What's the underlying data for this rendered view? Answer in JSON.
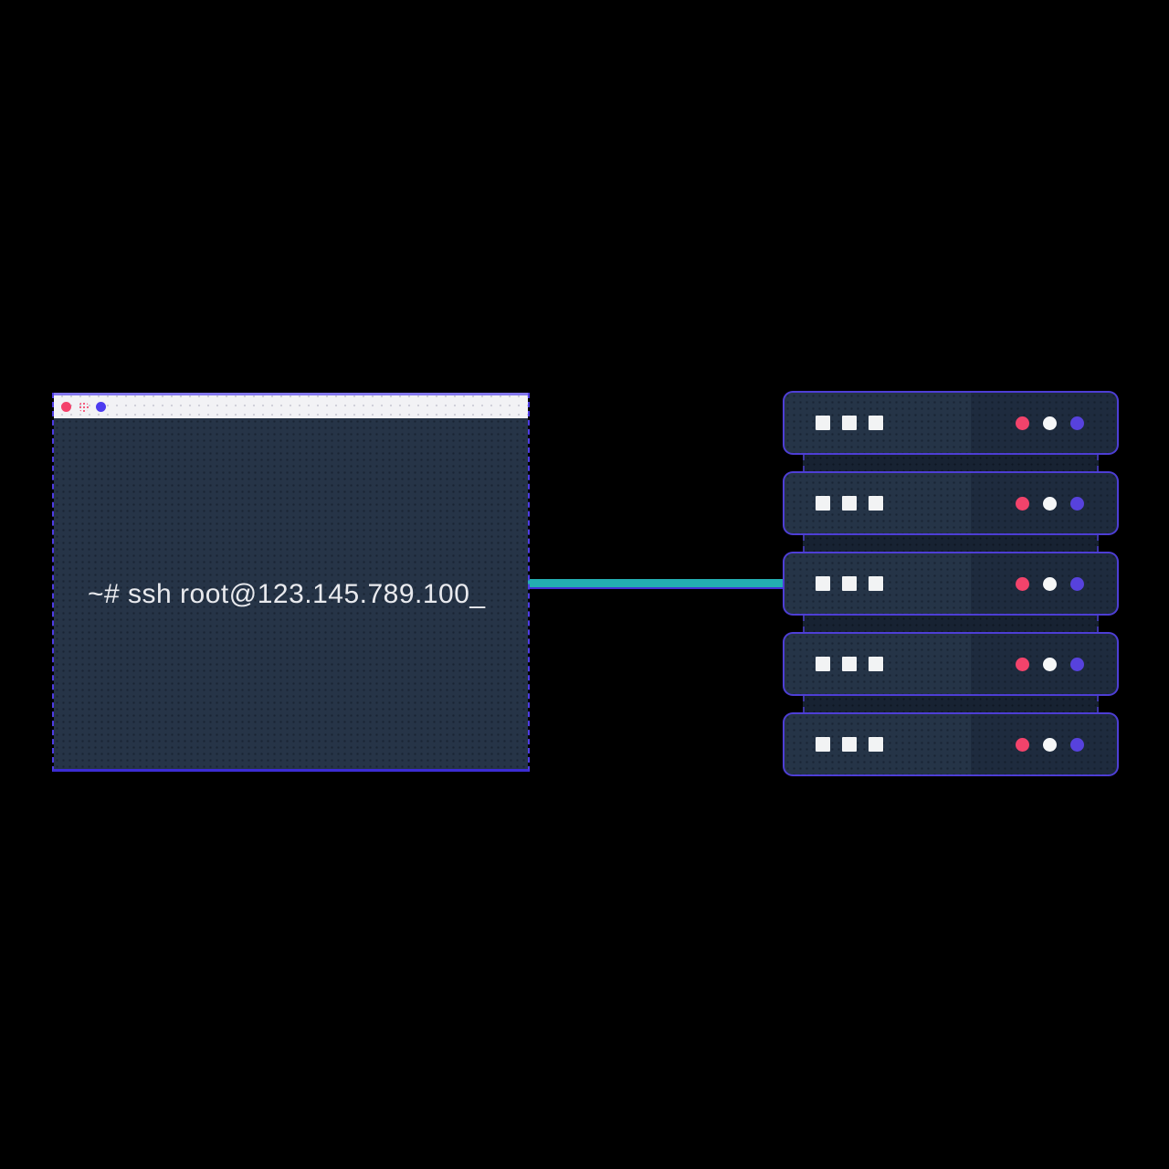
{
  "scene": {
    "background_color": "#000000",
    "description": "terminal-to-server-connection-illustration"
  },
  "terminal_window": {
    "title_bar_color": "#f2f2f5",
    "title_bar_accent_color": "#8478ee",
    "body_color": "#263447",
    "border_color": "#4e3ce4",
    "text_color": "#e9eaee",
    "command": "~# ssh root@123.145.789.100_",
    "controls": [
      {
        "id": "close-button",
        "icon": "circle-icon",
        "color": "#f4426b",
        "style": "solid"
      },
      {
        "id": "minimize-button",
        "icon": "circle-icon",
        "color": "#f4426b",
        "style": "halftone"
      },
      {
        "id": "zoom-button",
        "icon": "circle-icon",
        "color": "#4c3bf0",
        "style": "solid"
      }
    ]
  },
  "connection_line": {
    "color": "#23aeb2",
    "shadow_color": "#4331d6"
  },
  "server_rack": {
    "unit_count": 5,
    "unit_front_color": "#253447",
    "unit_side_color": "#1e2b3e",
    "connector_color": "#172232",
    "border_color": "#5642ee",
    "bay_color": "#f2f3f4",
    "units": [
      {
        "bays": 3,
        "leds": [
          "#f2436b",
          "#f6f7f8",
          "#5742dd"
        ]
      },
      {
        "bays": 3,
        "leds": [
          "#f2436b",
          "#f6f7f8",
          "#5742dd"
        ]
      },
      {
        "bays": 3,
        "leds": [
          "#f2436b",
          "#f6f7f8",
          "#5742dd"
        ]
      },
      {
        "bays": 3,
        "leds": [
          "#f2436b",
          "#f6f7f8",
          "#5742dd"
        ]
      },
      {
        "bays": 3,
        "leds": [
          "#f2436b",
          "#f6f7f8",
          "#5742dd"
        ]
      }
    ]
  }
}
